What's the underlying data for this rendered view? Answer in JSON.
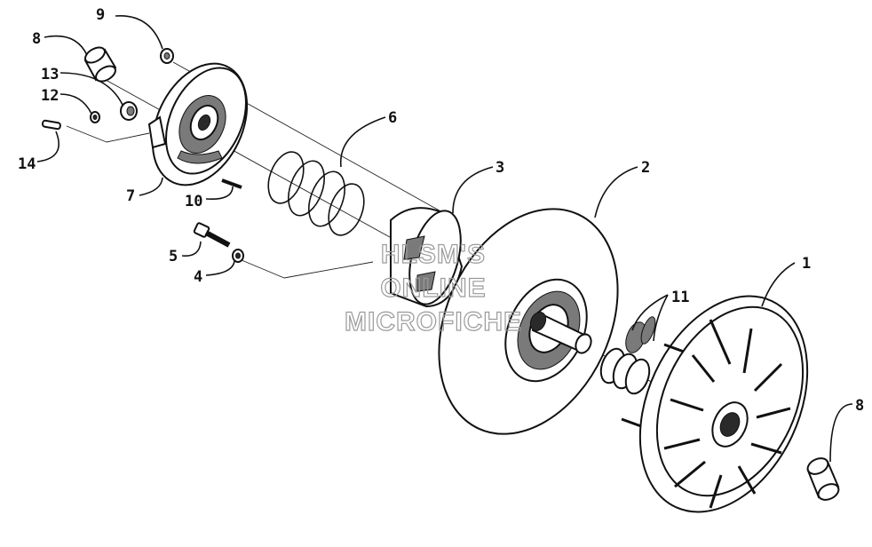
{
  "watermark": [
    "HLSM'S",
    "ONLINE",
    "MICROFICHE"
  ],
  "callouts": {
    "c1": "1",
    "c2": "2",
    "c3": "3",
    "c4": "4",
    "c5": "5",
    "c6": "6",
    "c7": "7",
    "c8a": "8",
    "c8b": "8",
    "c9": "9",
    "c10": "10",
    "c11": "11",
    "c12": "12",
    "c13": "13",
    "c14": "14"
  }
}
